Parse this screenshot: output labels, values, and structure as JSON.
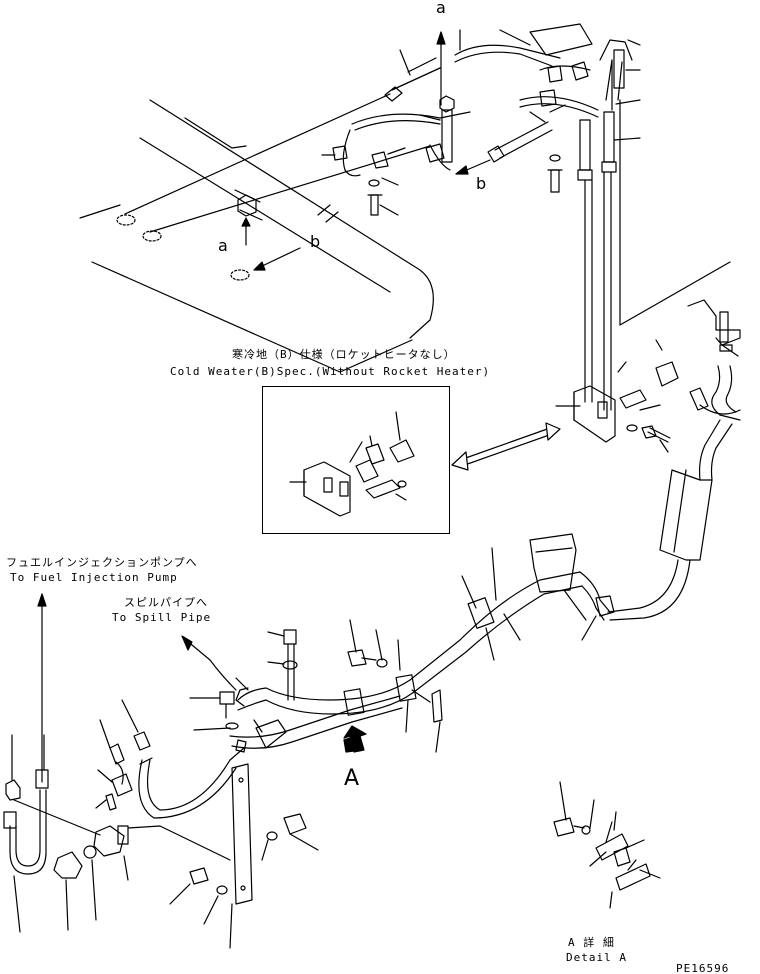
{
  "labels": {
    "a_top": "a",
    "b_top": "b",
    "a_engine": "a",
    "b_engine": "b",
    "cold_jp": "寒冷地（B）仕様（ロケットヒータなし）",
    "cold_en": "Cold Weater(B)Spec.(Without Rocket Heater)",
    "fuel_jp": "フュエルインジェクションポンプへ",
    "fuel_en": "To Fuel Injection Pump",
    "spill_jp": "スピルパイプへ",
    "spill_en": "To Spill Pipe",
    "view_a": "A",
    "detail_jp": "A 詳 細",
    "detail_en": "Detail A",
    "part_code": "PE16596"
  },
  "colors": {
    "line": "#000000",
    "background": "#ffffff"
  }
}
